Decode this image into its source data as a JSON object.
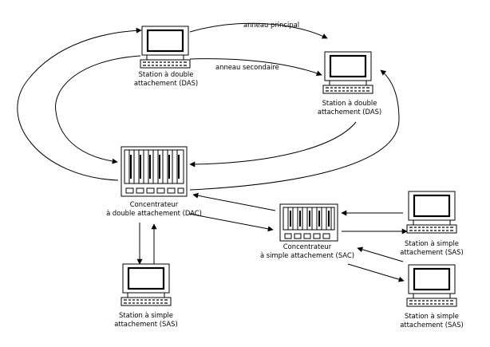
{
  "rings": {
    "principal": "anneau principal",
    "secondaire": "anneau secondaire"
  },
  "nodes": {
    "das_left": {
      "line1": "Station à double",
      "line2": "attachement (DAS)"
    },
    "das_right": {
      "line1": "Station à double",
      "line2": "attachement (DAS)"
    },
    "dac": {
      "line1": "Concentrateur",
      "line2": "à double attachement (DAC)"
    },
    "sac": {
      "line1": "Concentrateur",
      "line2": "à simple attachement (SAC)"
    },
    "sas_bottom": {
      "line1": "Station à simple",
      "line2": "attachement (SAS)"
    },
    "sas_top_right": {
      "line1": "Station à simple",
      "line2": "attachement (SAS)"
    },
    "sas_bottom_right": {
      "line1": "Station à simple",
      "line2": "attachement (SAS)"
    }
  },
  "colors": {
    "line": "#000000",
    "background": "#ffffff"
  }
}
